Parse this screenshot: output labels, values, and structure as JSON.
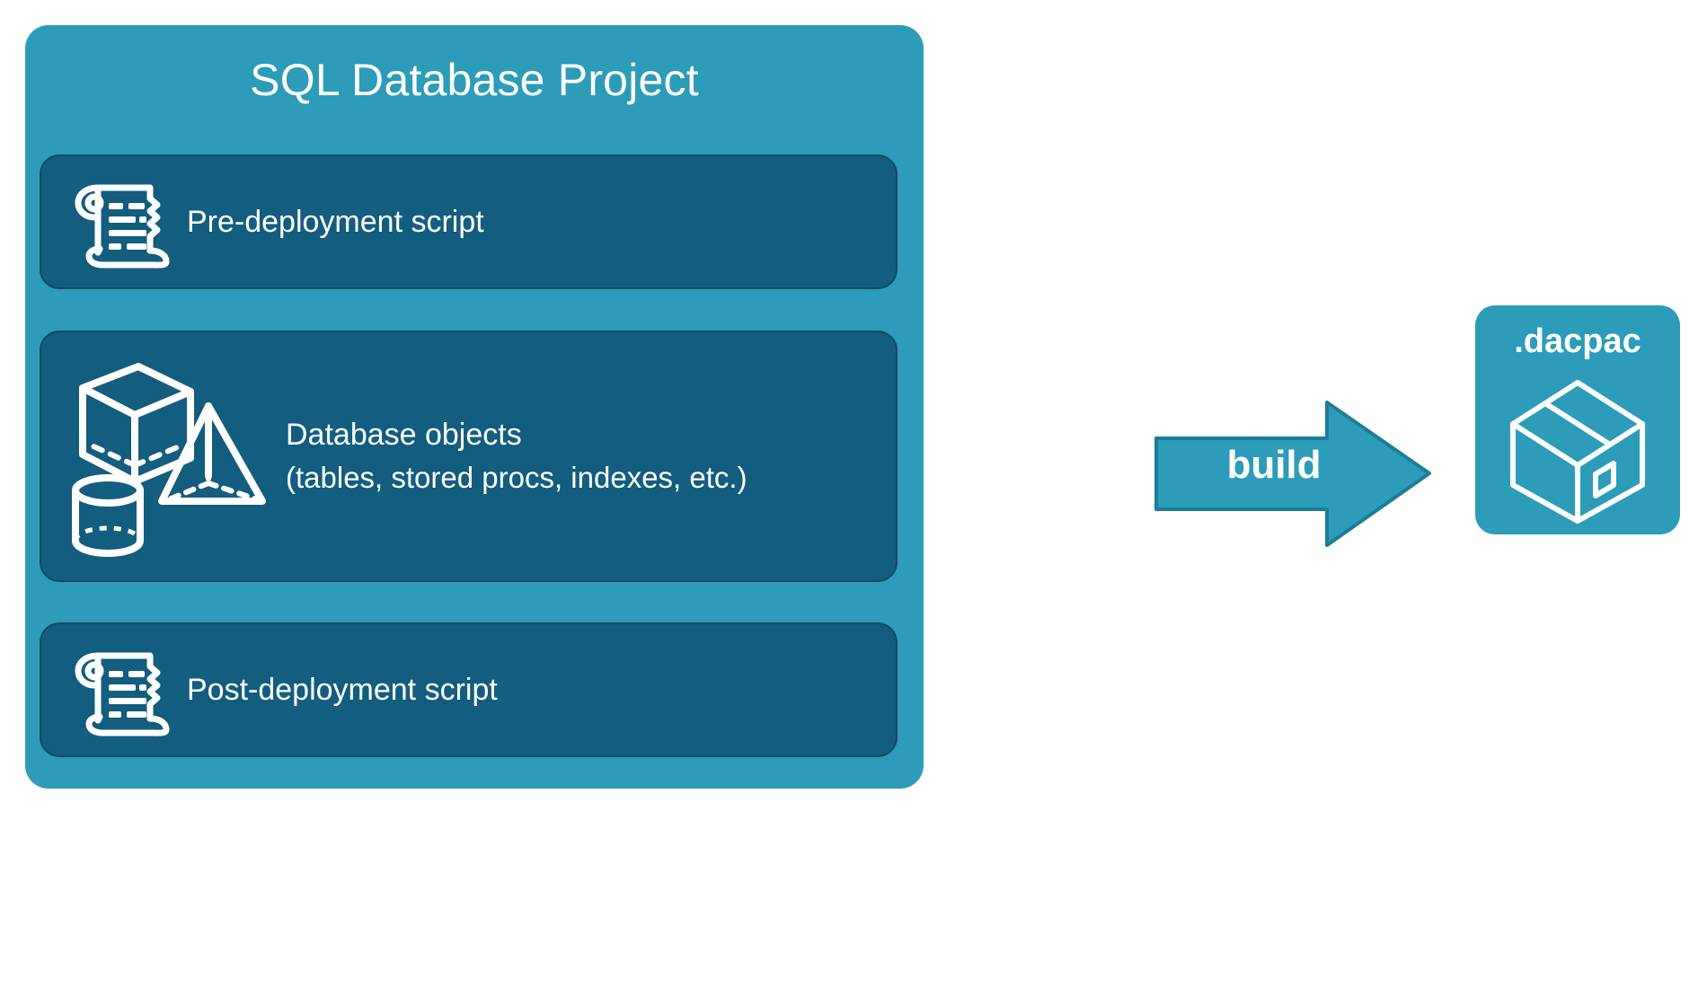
{
  "diagram": {
    "title": "SQL Database Project",
    "background_color": "#ffffff",
    "container_color": "#2c9cb8",
    "row_color": "#135d7e",
    "text_color": "#ffffff"
  },
  "project": {
    "title": "SQL Database Project",
    "rows": [
      {
        "id": "pre-deployment",
        "label": "Pre-deployment script",
        "icon": "scroll-icon"
      },
      {
        "id": "database-objects",
        "label_line1": "Database objects",
        "label_line2": "(tables, stored procs, indexes, etc.)",
        "icons": [
          "cube-icon",
          "pyramid-icon",
          "cylinder-icon"
        ]
      },
      {
        "id": "post-deployment",
        "label": "Post-deployment script",
        "icon": "scroll-icon"
      }
    ]
  },
  "build": {
    "label": "build",
    "arrow_color": "#2c9cb8",
    "arrow_outline_color": "#1b7d97"
  },
  "output": {
    "title": ".dacpac",
    "icon": "package-box-icon",
    "card_color": "#2c9cb8"
  }
}
